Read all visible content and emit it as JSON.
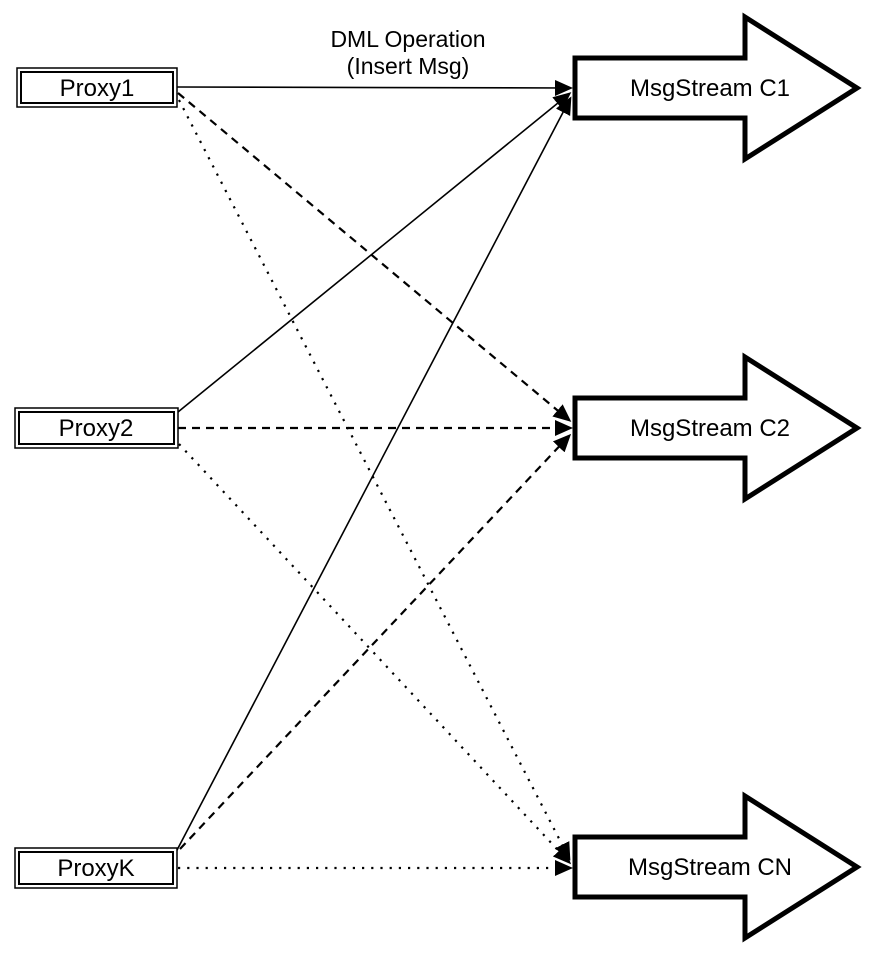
{
  "diagram": {
    "title": {
      "line1": "DML Operation",
      "line2": "(Insert Msg)"
    },
    "proxies": [
      {
        "id": "proxy1",
        "label": "Proxy1"
      },
      {
        "id": "proxy2",
        "label": "Proxy2"
      },
      {
        "id": "proxyk",
        "label": "ProxyK"
      }
    ],
    "streams": [
      {
        "id": "c1",
        "label": "MsgStream C1"
      },
      {
        "id": "c2",
        "label": "MsgStream C2"
      },
      {
        "id": "cn",
        "label": "MsgStream CN"
      }
    ],
    "edges": [
      {
        "from": "Proxy1",
        "to": "MsgStream C1",
        "style": "solid"
      },
      {
        "from": "Proxy2",
        "to": "MsgStream C1",
        "style": "solid"
      },
      {
        "from": "ProxyK",
        "to": "MsgStream C1",
        "style": "solid"
      },
      {
        "from": "Proxy1",
        "to": "MsgStream C2",
        "style": "dashed"
      },
      {
        "from": "Proxy2",
        "to": "MsgStream C2",
        "style": "dashed"
      },
      {
        "from": "ProxyK",
        "to": "MsgStream C2",
        "style": "dashed"
      },
      {
        "from": "Proxy1",
        "to": "MsgStream CN",
        "style": "dotted"
      },
      {
        "from": "Proxy2",
        "to": "MsgStream CN",
        "style": "dotted"
      },
      {
        "from": "ProxyK",
        "to": "MsgStream CN",
        "style": "dotted"
      }
    ],
    "colors": {
      "stroke": "#000000",
      "fill": "#ffffff",
      "background": "#ffffff"
    }
  }
}
